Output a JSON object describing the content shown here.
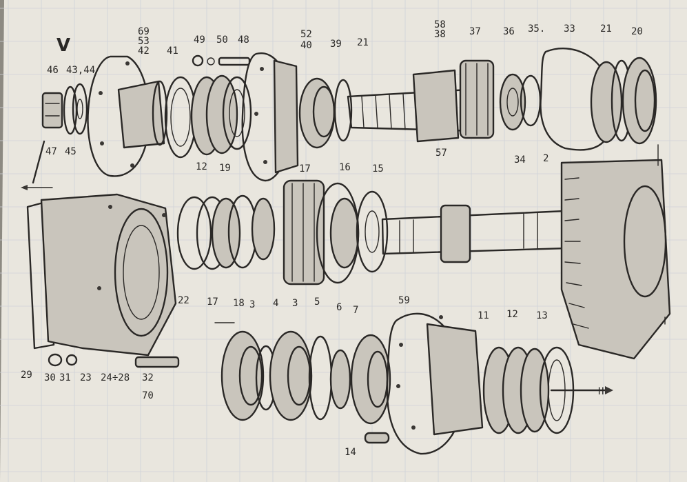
{
  "diagram": {
    "section_letter": "V",
    "arrow_label": "H",
    "part_labels": [
      {
        "id": "69",
        "text": "69"
      },
      {
        "id": "53",
        "text": "53"
      },
      {
        "id": "42",
        "text": "42"
      },
      {
        "id": "49",
        "text": "49"
      },
      {
        "id": "50",
        "text": "50"
      },
      {
        "id": "48",
        "text": "48"
      },
      {
        "id": "52",
        "text": "52"
      },
      {
        "id": "40",
        "text": "40"
      },
      {
        "id": "39",
        "text": "39"
      },
      {
        "id": "21a",
        "text": "21"
      },
      {
        "id": "58",
        "text": "58"
      },
      {
        "id": "38",
        "text": "38"
      },
      {
        "id": "37",
        "text": "37"
      },
      {
        "id": "36",
        "text": "36"
      },
      {
        "id": "35",
        "text": "35."
      },
      {
        "id": "33",
        "text": "33"
      },
      {
        "id": "21b",
        "text": "21"
      },
      {
        "id": "20",
        "text": "20"
      },
      {
        "id": "46",
        "text": "46"
      },
      {
        "id": "43_44",
        "text": "43,44"
      },
      {
        "id": "41",
        "text": "41"
      },
      {
        "id": "45",
        "text": "45"
      },
      {
        "id": "47",
        "text": "47"
      },
      {
        "id": "12a",
        "text": "12"
      },
      {
        "id": "19",
        "text": "19"
      },
      {
        "id": "17a",
        "text": "17"
      },
      {
        "id": "16",
        "text": "16"
      },
      {
        "id": "15",
        "text": "15"
      },
      {
        "id": "57",
        "text": "57"
      },
      {
        "id": "34",
        "text": "34"
      },
      {
        "id": "2",
        "text": "2"
      },
      {
        "id": "22",
        "text": "22"
      },
      {
        "id": "17b",
        "text": "17"
      },
      {
        "id": "18",
        "text": "18"
      },
      {
        "id": "3a",
        "text": "3"
      },
      {
        "id": "4",
        "text": "4"
      },
      {
        "id": "3b",
        "text": "3"
      },
      {
        "id": "5",
        "text": "5"
      },
      {
        "id": "6",
        "text": "6"
      },
      {
        "id": "7",
        "text": "7"
      },
      {
        "id": "59",
        "text": "59"
      },
      {
        "id": "11",
        "text": "11"
      },
      {
        "id": "12b",
        "text": "12"
      },
      {
        "id": "13",
        "text": "13"
      },
      {
        "id": "29",
        "text": "29"
      },
      {
        "id": "30",
        "text": "30"
      },
      {
        "id": "31",
        "text": "31"
      },
      {
        "id": "23",
        "text": "23"
      },
      {
        "id": "24_28",
        "text": "24÷28"
      },
      {
        "id": "32",
        "text": "32"
      },
      {
        "id": "70",
        "text": "70"
      },
      {
        "id": "14",
        "text": "14"
      }
    ]
  }
}
